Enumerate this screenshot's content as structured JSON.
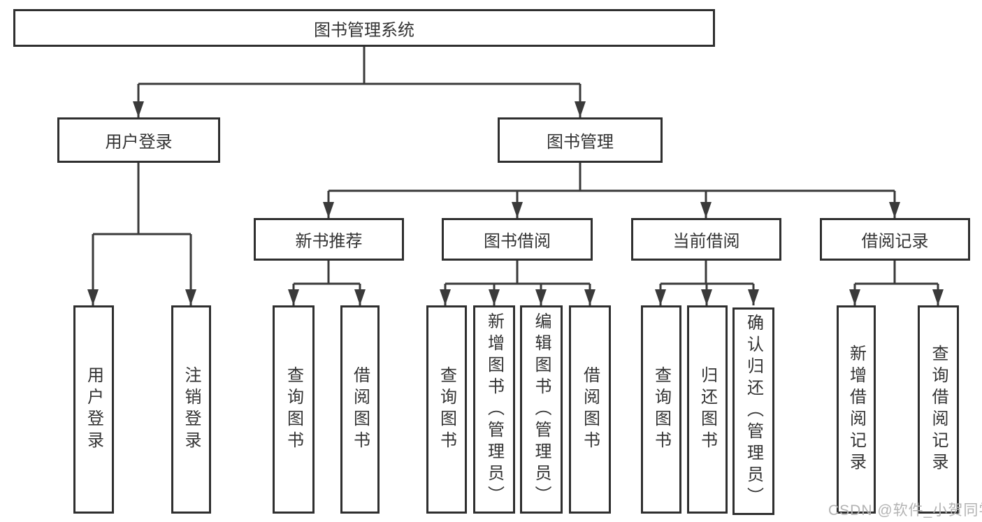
{
  "diagram": {
    "title": "图书管理系统",
    "branches": {
      "user_login": {
        "label": "用户登录",
        "children": [
          {
            "label": "用户登录"
          },
          {
            "label": "注销登录"
          }
        ]
      },
      "book_management": {
        "label": "图书管理",
        "groups": [
          {
            "label": "新书推荐",
            "children": [
              {
                "label": "查询图书"
              },
              {
                "label": "借阅图书"
              }
            ]
          },
          {
            "label": "图书借阅",
            "children": [
              {
                "label": "查询图书"
              },
              {
                "label": "新增图书（管理员）"
              },
              {
                "label": "编辑图书（管理员）"
              },
              {
                "label": "借阅图书"
              }
            ]
          },
          {
            "label": "当前借阅",
            "children": [
              {
                "label": "查询图书"
              },
              {
                "label": "归还图书"
              },
              {
                "label": "确认归还（管理员）"
              }
            ]
          },
          {
            "label": "借阅记录",
            "children": [
              {
                "label": "新增借阅记录"
              },
              {
                "label": "查询借阅记录"
              }
            ]
          }
        ]
      }
    }
  },
  "watermark": {
    "text": "CSDN @软件_小贺同学"
  },
  "colors": {
    "line": "#3a3a3a",
    "border": "#2f2f2f",
    "text": "#333333",
    "watermark": "#b3b3b3",
    "background": "#ffffff"
  }
}
